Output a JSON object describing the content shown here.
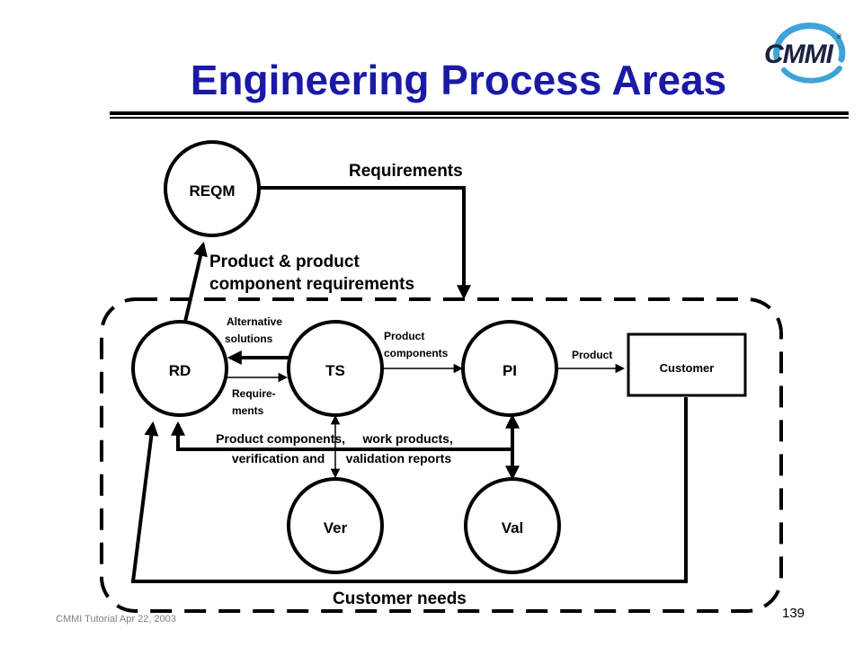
{
  "slide": {
    "title": "Engineering Process Areas",
    "logo_text": "CMMI",
    "logo_mark": "®",
    "footer": "CMMI Tutorial Apr 22, 2003",
    "page_number": "139"
  },
  "diagram": {
    "nodes": {
      "reqm": "REQM",
      "rd": "RD",
      "ts": "TS",
      "pi": "PI",
      "ver": "Ver",
      "val": "Val",
      "customer": "Customer"
    },
    "labels": {
      "requirements": "Requirements",
      "product_reqs_line1": "Product & product",
      "product_reqs_line2": "component requirements",
      "alternative_line1": "Alternative",
      "alternative_line2": "solutions",
      "requirements_small_line1": "Require-",
      "requirements_small_line2": "ments",
      "product_components_line1": "Product",
      "product_components_line2": "components",
      "product": "Product",
      "work_products_line1": "Product components,     work products,",
      "work_products_line2": "verification and      validation reports",
      "customer_needs": "Customer needs"
    }
  },
  "colors": {
    "title": "#1a1aa6",
    "footer": "#808080",
    "logo_swoosh": "#3fa3d8"
  }
}
